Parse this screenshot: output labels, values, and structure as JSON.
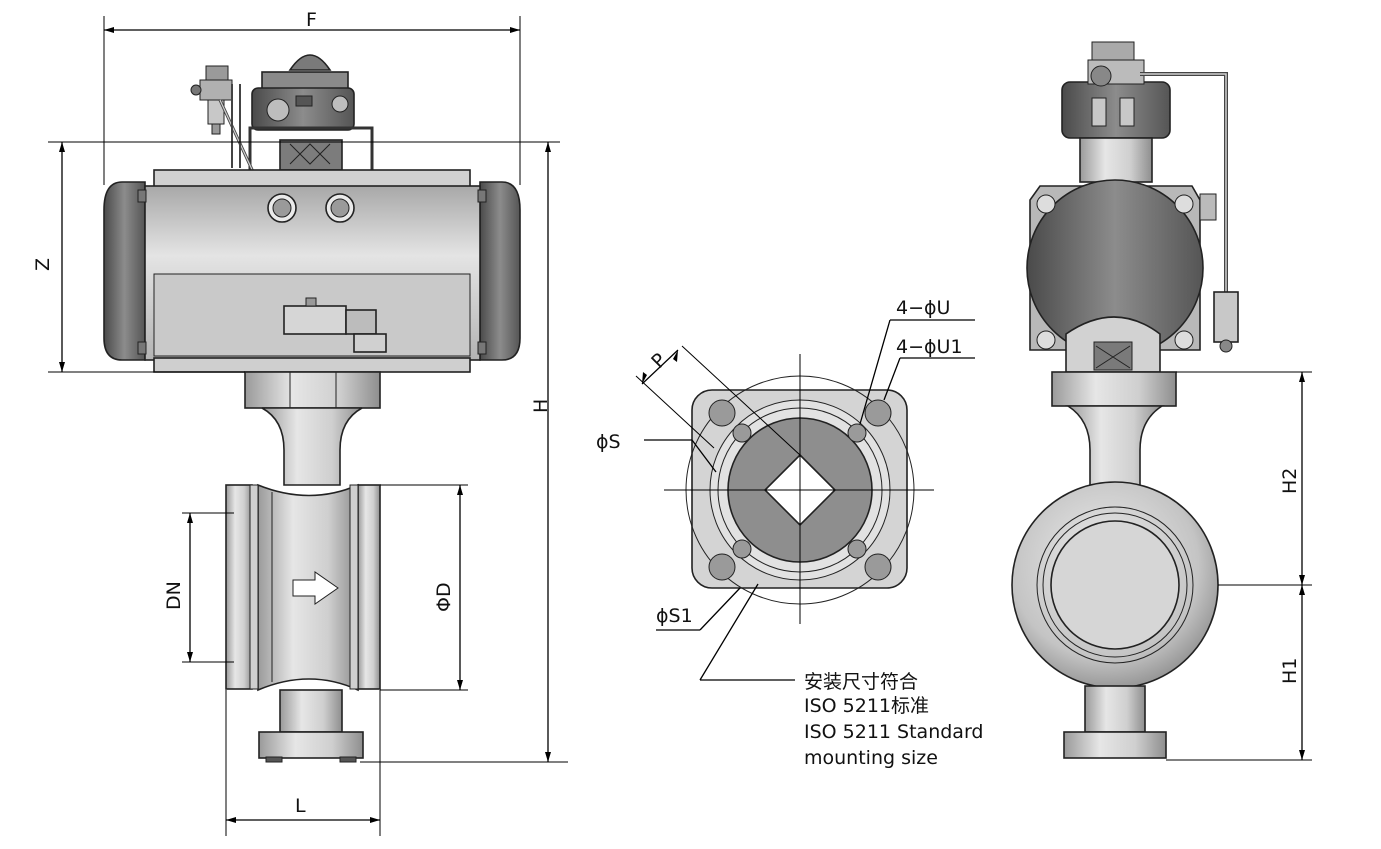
{
  "labels": {
    "F": "F",
    "Z": "Z",
    "H": "H",
    "DN": "DN",
    "PhiD": "ΦD",
    "L": "L",
    "P": "P",
    "phiS": "ϕS",
    "phiS1": "ϕS1",
    "fourPhiU": "4−ϕU",
    "fourPhiU1": "4−ϕU1",
    "H1": "H1",
    "H2": "H2"
  },
  "note": {
    "line1": "安装尺寸符合",
    "line2": "ISO 5211标准",
    "line3": "ISO 5211 Standard",
    "line4": "mounting size"
  },
  "colors": {
    "metal_light": "#d9d9d9",
    "metal_mid": "#bdbdbd",
    "metal_dark": "#6e6e6e",
    "line": "#000000"
  }
}
